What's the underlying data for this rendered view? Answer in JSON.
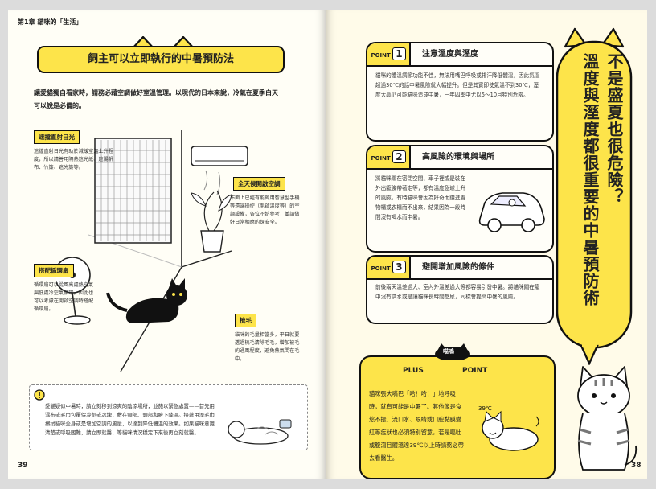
{
  "left_page": {
    "running_head": "第1章 貓咪的「生活」",
    "page_number": "39",
    "title": "飼主可以立即執行的中暑預防法",
    "intro": "讓愛貓獨自看家時，請務必藉空調做好室溫管理。以現代的日本來說，冷氣在夏季白天可以說是必備的。",
    "tips": [
      {
        "label": "遮擋直射日光",
        "desc": "遮擋直射日光有助於減緩室溫上升程度，所以請善用隔熱遮光紙、遮陽帆布、竹簾、遮光簾等。"
      },
      {
        "label": "全天候開啟空調",
        "desc": "市面上已經有能夠用智慧型手機等遠端操控（開啟溫度等）的空調設備，各位不妨參考，並請做好日常相應的保安全。"
      },
      {
        "label": "搭配循環扇",
        "desc": "循環扇可以從風高處熱空氣與低處冷空氣循環，因此也可以考慮在開啟空調時搭配循環扇。"
      },
      {
        "label": "梳毛",
        "desc": "貓咪的毛量相當多，平日就要透過梳毛清除毛毛，增加被毛的通風程度，避免熱氣悶在毛中。"
      }
    ],
    "bottom_note": "愛貓疑似中暑時，請立刻移到涼爽的陰涼場所，並施以緊急處置——首先用濕布或毛巾包覆保冷劑或冰塊，敷在頸部、頭部和腋下降溫。接著用溼毛巾擦拭貓咪全身或是增加空調的風量，以達到降低體溫的效果。如果貓咪意識清楚或呼吸困難，請立即就醫，等貓咪情況穩定下來後再立刻就醫。"
  },
  "right_page": {
    "page_number": "38",
    "points": [
      {
        "badge": "POINT",
        "num": "1",
        "title": "注意溫度與溼度",
        "body": "貓咪的體溫調節功能不佳，無法用嘴巴呼吸或排汗降低體溫，因此氣溫超過30℃的話中暑風險就大幅提升。但是其實即使氣溫不到30℃，溼度太高仍可能貓咪造成中暑，一年四季中尤以5～10月特別危險。"
      },
      {
        "badge": "POINT",
        "num": "2",
        "title": "高風險的環境與場所",
        "body": "將貓咪關在密閉空間、車子裡或是裝在外出籠後帶著走等，都有溫度急遽上升的風險。有時貓咪會因為好奇而鑽進置物櫃或衣櫃而不出來，結果因為一段時間沒有喝水而中暑。"
      },
      {
        "badge": "POINT",
        "num": "3",
        "title": "避開增加風險的條件",
        "body": "前後兩天溫差過大、室內外溫差過大等都容易引發中暑。將貓咪關在籠中沒有供水或是讓貓咪長時間憋尿，同樣會提高中暑的風險。"
      }
    ],
    "big_title_cols": [
      "不是盛夏也很危險？",
      "溫度與溼度都很重要的中暑預防術"
    ],
    "plus": {
      "badge": "喵嗚",
      "label_left": "PLUS",
      "label_right": "POINT",
      "body": "貓咪張大嘴巴「哈！哈！」地呼吸時，就有可能是中暑了。其他像是食慾不振、流口水、眼睛或口腔黏膜變紅等症狀也必須特別留意，若是嘔吐或腹瀉且體溫達39℃以上時請務必帶去看醫生。"
    }
  },
  "colors": {
    "accent": "#fde44a",
    "ink": "#111111",
    "paper": "#fffef6"
  }
}
